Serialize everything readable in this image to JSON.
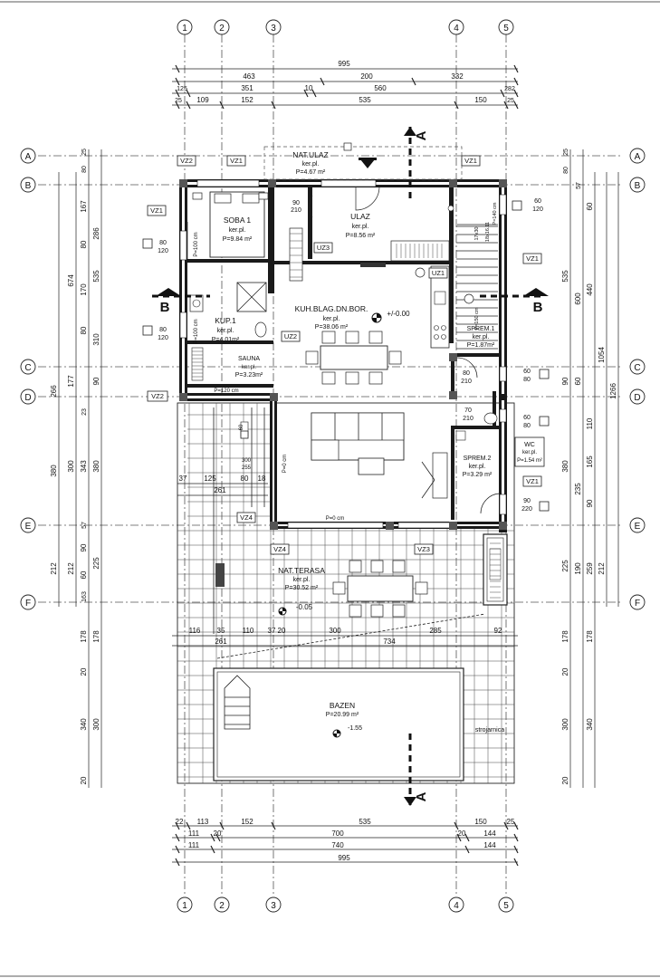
{
  "axes_x": [
    "1",
    "2",
    "3",
    "4",
    "5"
  ],
  "axes_y": [
    "A",
    "B",
    "C",
    "D",
    "E",
    "F"
  ],
  "dims_top": [
    [
      "995"
    ],
    [
      "463",
      "200",
      "332"
    ],
    [
      "125",
      "351",
      "10",
      "560",
      "282"
    ],
    [
      "25",
      "109",
      "152",
      "535",
      "150",
      "25"
    ]
  ],
  "dims_bottom": [
    [
      "22",
      "113",
      "152",
      "535",
      "150",
      "25"
    ],
    [
      "111",
      "20",
      "700",
      "20",
      "144"
    ],
    [
      "111",
      "740",
      "144"
    ],
    [
      "995"
    ]
  ],
  "dims_left_outer": [
    "266",
    "380",
    "212",
    "178",
    "20",
    "340",
    "20"
  ],
  "dims_left_mid": [
    "674",
    "177",
    "300",
    "212",
    "178",
    "300"
  ],
  "dims_left_inner": [
    "25",
    "80",
    "167",
    "80",
    "80",
    "23",
    "57",
    "60",
    "163"
  ],
  "dims_left_col": [
    "286",
    "535",
    "170",
    "310",
    "90",
    "343",
    "380",
    "90",
    "225"
  ],
  "dims_right_inner": [
    "80",
    "25",
    "57",
    "60",
    "535",
    "440",
    "90",
    "60",
    "110",
    "165",
    "235",
    "90",
    "225",
    "190"
  ],
  "dims_right_outer": [
    "600",
    "1054",
    "1266",
    "380",
    "259",
    "212",
    "178",
    "20",
    "300",
    "340",
    "20"
  ],
  "dims_mid": [
    "116",
    "35",
    "110",
    "37",
    "20",
    "300",
    "285",
    "92",
    "261",
    "734"
  ],
  "dims_sub": [
    "37",
    "125",
    "80",
    "18",
    "261"
  ],
  "rooms": [
    {
      "name": "SOBA 1",
      "floor": "ker.pl.",
      "area": "P=9.84 m²"
    },
    {
      "name": "ULAZ",
      "floor": "ker.pl.",
      "area": "P=8.56 m²"
    },
    {
      "name": "NAT.ULAZ",
      "floor": "ker.pl.",
      "area": "P=4.67 m²"
    },
    {
      "name": "KUH.BLAG.DN.BOR.",
      "floor": "ker.pl.",
      "area": "P=38.06 m²"
    },
    {
      "name": "KUP.1",
      "floor": "ker.pl.",
      "area": "P=4.01m²"
    },
    {
      "name": "SAUNA",
      "floor": "ker.pl.",
      "area": "P=3.23m²"
    },
    {
      "name": "SPREM.1",
      "floor": "ker.pl.",
      "area": "P=1.87m²"
    },
    {
      "name": "SPREM.2",
      "floor": "ker.pl.",
      "area": "P=3.29 m²"
    },
    {
      "name": "WC",
      "floor": "ker.pl.",
      "area": "P=1.54 m²"
    },
    {
      "name": "NAT.TERASA",
      "floor": "ker.pl.",
      "area": "P=30.52 m²"
    },
    {
      "name": "BAZEN",
      "floor": "",
      "area": "P=20.99 m²"
    }
  ],
  "levels": [
    "+/-0.00",
    "-0.05",
    "-1.55"
  ],
  "tags": [
    "VZ2",
    "VZ1",
    "VZ1",
    "VZ1",
    "VZ1",
    "UZ3",
    "UZ1",
    "UZ2",
    "VZ2",
    "VZ1",
    "VZ4",
    "VZ4",
    "VZ3"
  ],
  "openings": [
    [
      "80",
      "120"
    ],
    [
      "80",
      "120"
    ],
    [
      "60",
      "120"
    ],
    [
      "60",
      "80"
    ],
    [
      "60",
      "80"
    ],
    [
      "90",
      "220"
    ],
    [
      "90",
      "210"
    ],
    [
      "80",
      "210"
    ],
    [
      "70",
      "210"
    ],
    [
      "300",
      "255"
    ]
  ],
  "labels": {
    "section_a": "A",
    "section_b": "B",
    "strojarnica": "strojarnica",
    "p100a": "P=100 cm",
    "p100b": "P=100 cm",
    "p120": "P=120 cm",
    "p0a": "P=0 cm",
    "p0b": "P=0 cm",
    "p140": "P=140 cm",
    "p150": "P=150 cm",
    "stairs": "18x16.11",
    "stairs2": "17x30",
    "h200": "200",
    "h255": "255",
    "h210": "210",
    "d80": "80",
    "d90": "90"
  }
}
